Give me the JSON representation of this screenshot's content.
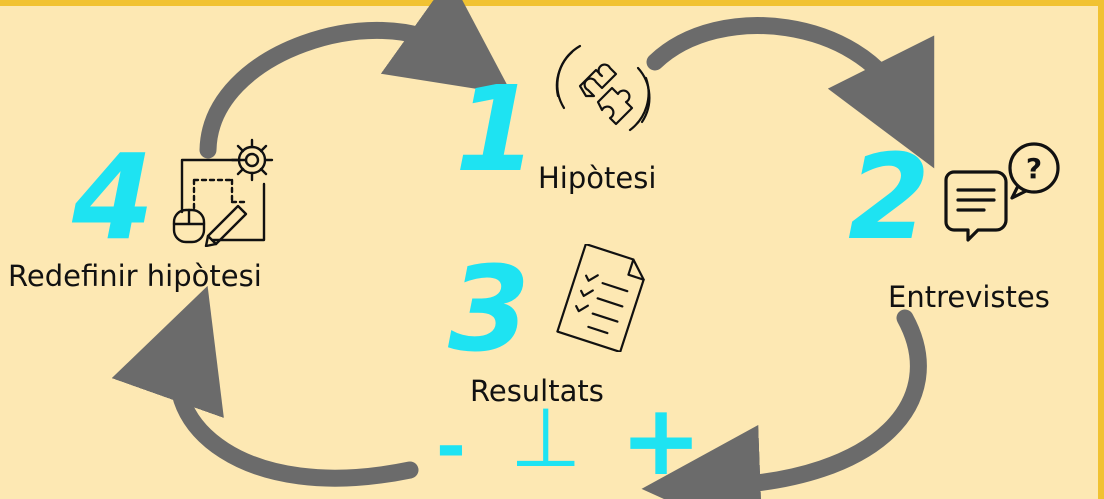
{
  "colors": {
    "background": "#fde8b3",
    "border": "#f1c232",
    "accent_cyan": "#1ee3f2",
    "arrow_gray": "#6b6b6b",
    "text": "#111111"
  },
  "steps": [
    {
      "number": "1",
      "label": "Hipòtesi",
      "icon": "puzzle-icon"
    },
    {
      "number": "2",
      "label": "Entrevistes",
      "icon": "chat-question-icon"
    },
    {
      "number": "3",
      "label": "Resultats",
      "icon": "checklist-document-icon"
    },
    {
      "number": "4",
      "label": "Redefinir hipòtesi",
      "icon": "blueprint-gear-icon"
    }
  ],
  "result_symbols": {
    "minus": "-",
    "split": "⊥",
    "plus": "+"
  }
}
